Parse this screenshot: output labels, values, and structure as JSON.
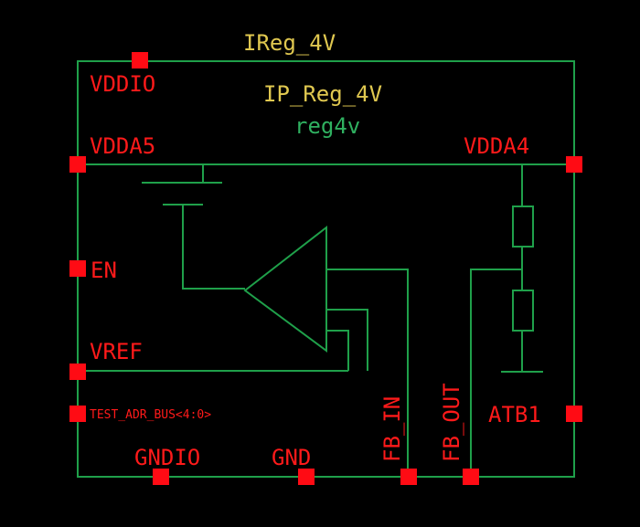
{
  "cell_name": "IReg_4V",
  "instance_name": "IP_Reg_4V",
  "view_name": "reg4v",
  "pins": {
    "vddio": "VDDIO",
    "vdda5": "VDDA5",
    "vdda4": "VDDA4",
    "en": "EN",
    "vref": "VREF",
    "test_adr_bus": "TEST_ADR_BUS<4:0>",
    "atb1": "ATB1",
    "gndio": "GNDIO",
    "gnd": "GND",
    "fb_in": "FB_IN",
    "fb_out": "FB_OUT"
  },
  "colors": {
    "background": "#000000",
    "wire": "#1fa04a",
    "pin": "#ff0b14",
    "pin_label": "#ff1a1a",
    "cell_name": "#e0c850",
    "view_name": "#2fb060"
  }
}
